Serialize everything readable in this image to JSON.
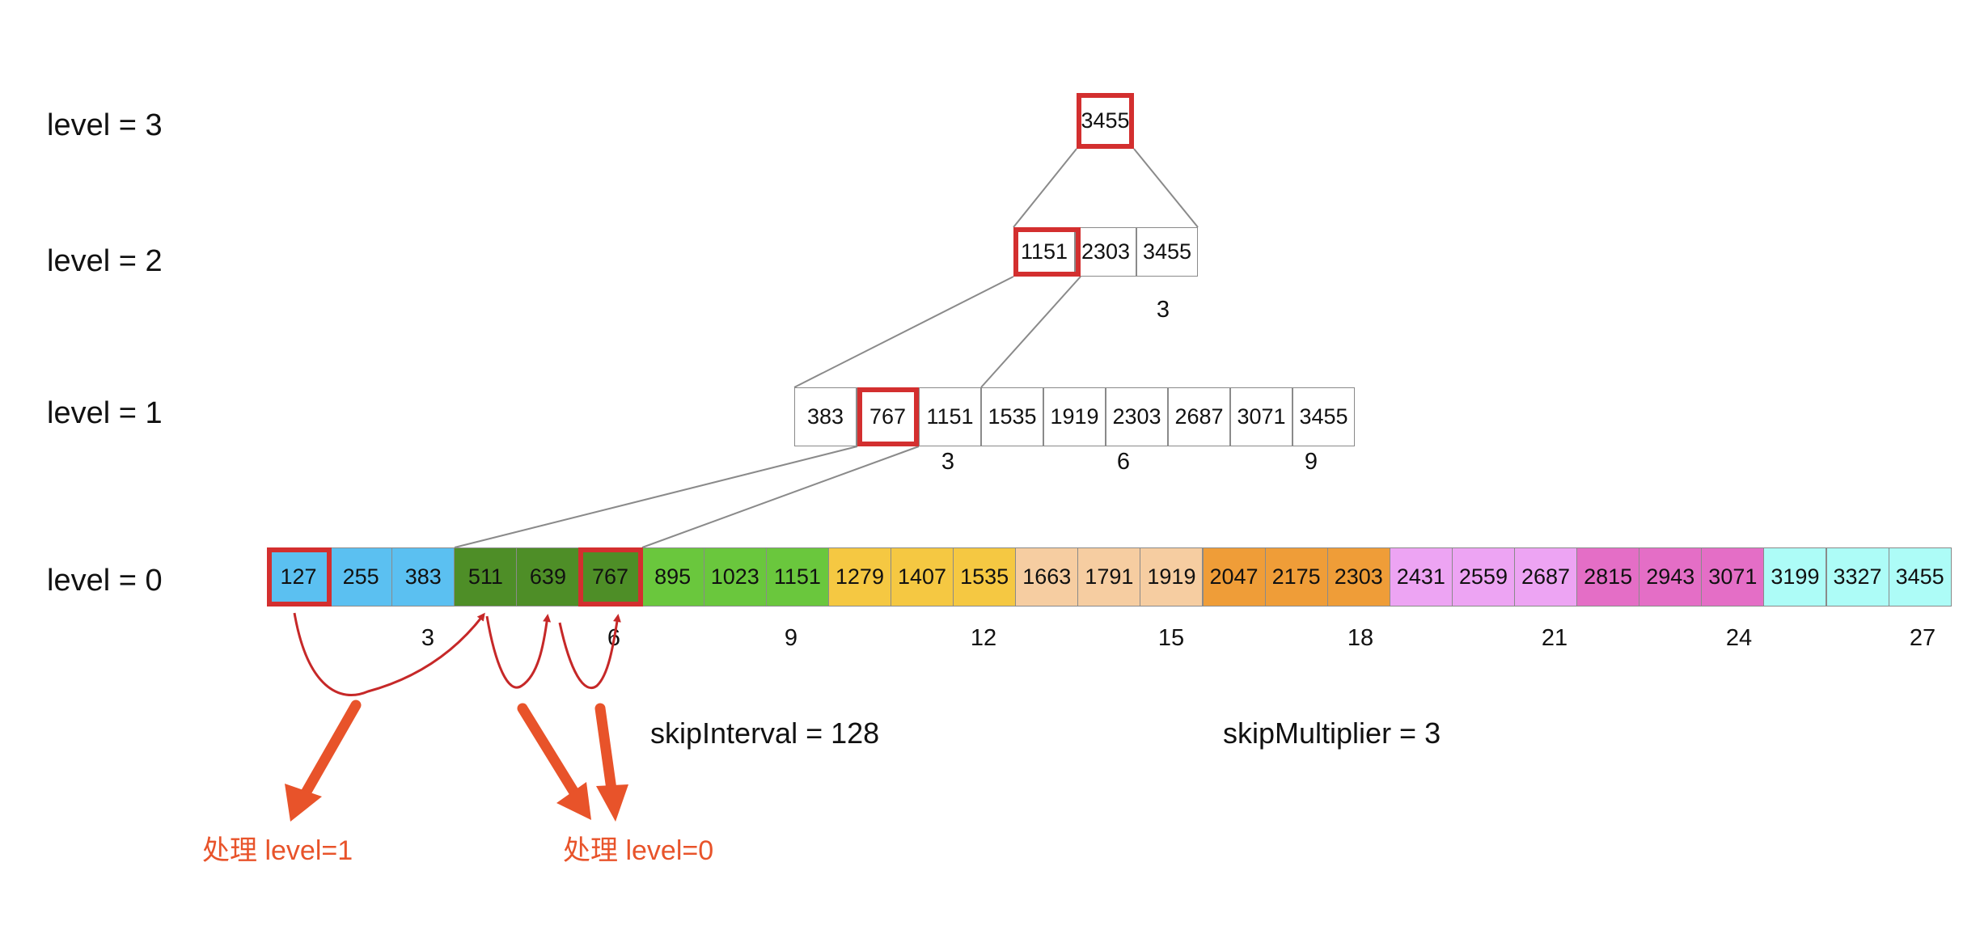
{
  "level_labels": [
    "level = 3",
    "level = 2",
    "level = 1",
    "level = 0"
  ],
  "level3": {
    "cells": [
      "3455"
    ]
  },
  "level2": {
    "cells": [
      "1151",
      "2303",
      "3455"
    ],
    "counts": [
      "3"
    ]
  },
  "level1": {
    "cells": [
      "383",
      "767",
      "1151",
      "1535",
      "1919",
      "2303",
      "2687",
      "3071",
      "3455"
    ],
    "counts": [
      "3",
      "6",
      "9"
    ]
  },
  "level0": {
    "cells": [
      "127",
      "255",
      "383",
      "511",
      "639",
      "767",
      "895",
      "1023",
      "1151",
      "1279",
      "1407",
      "1535",
      "1663",
      "1791",
      "1919",
      "2047",
      "2175",
      "2303",
      "2431",
      "2559",
      "2687",
      "2815",
      "2943",
      "3071",
      "3199",
      "3327",
      "3455"
    ],
    "group_colors": [
      "#5bc0f1",
      "#4e8e27",
      "#6ac73d",
      "#f5c842",
      "#f6cda1",
      "#ef9d38",
      "#eda4f3",
      "#e46ec6",
      "#adfcf7"
    ],
    "counts": [
      "3",
      "6",
      "9",
      "12",
      "15",
      "18",
      "21",
      "24",
      "27"
    ]
  },
  "params": {
    "skip_interval": "skipInterval = 128",
    "skip_multiplier": "skipMultiplier = 3"
  },
  "captions": {
    "process_level1": "处理 level=1",
    "process_level0": "处理 level=0"
  },
  "colors": {
    "highlight": "#d32f2f",
    "arc": "#c62828",
    "arrow": "#e8532a",
    "connector": "#8a8a8a"
  }
}
